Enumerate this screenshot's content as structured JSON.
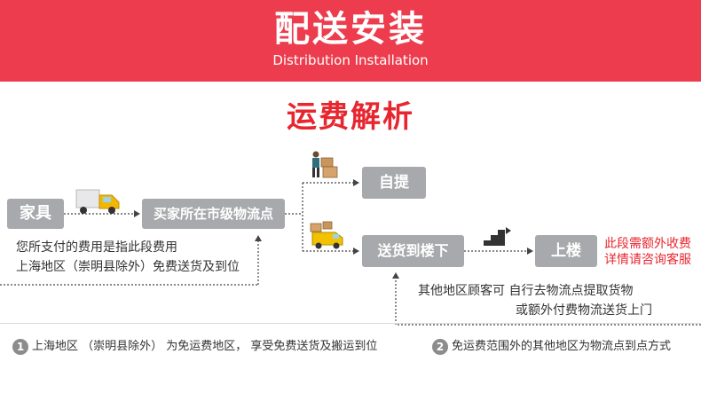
{
  "header": {
    "title": "配送安装",
    "subtitle": "Distribution Installation"
  },
  "section": {
    "title": "运费解析"
  },
  "flow": {
    "furniture": "家具",
    "city_point": "买家所在市级物流点",
    "self_pickup": "自提",
    "delivery_downstairs": "送货到楼下",
    "upstairs": "上楼",
    "paid_fee_line1": "您所支付的费用是指此段费用",
    "paid_fee_line2": "上海地区（崇明县除外）免费送货及到位",
    "upstairs_note_line1": "此段需额外收费",
    "upstairs_note_line2": "详情请咨询客服",
    "other_regions_line1": "其他地区顾客可   自行去物流点提取货物",
    "other_regions_line2": "或额外付费物流送货上门"
  },
  "footer": {
    "note1_num": "1",
    "note1": "上海地区 （崇明县除外） 为免运费地区， 享受免费送货及搬运到位",
    "note2_num": "2",
    "note2": "免运费范围外的其他地区为物流点到点方式"
  },
  "colors": {
    "banner": "#ec3c4d",
    "section_title": "#e8262f",
    "box": "#a7a9ac",
    "note_red": "#e8262f"
  },
  "icons": {
    "truck": "truck-icon",
    "person_boxes": "person-with-boxes-icon",
    "delivery_van": "delivery-van-icon",
    "stairs": "stairs-icon"
  }
}
